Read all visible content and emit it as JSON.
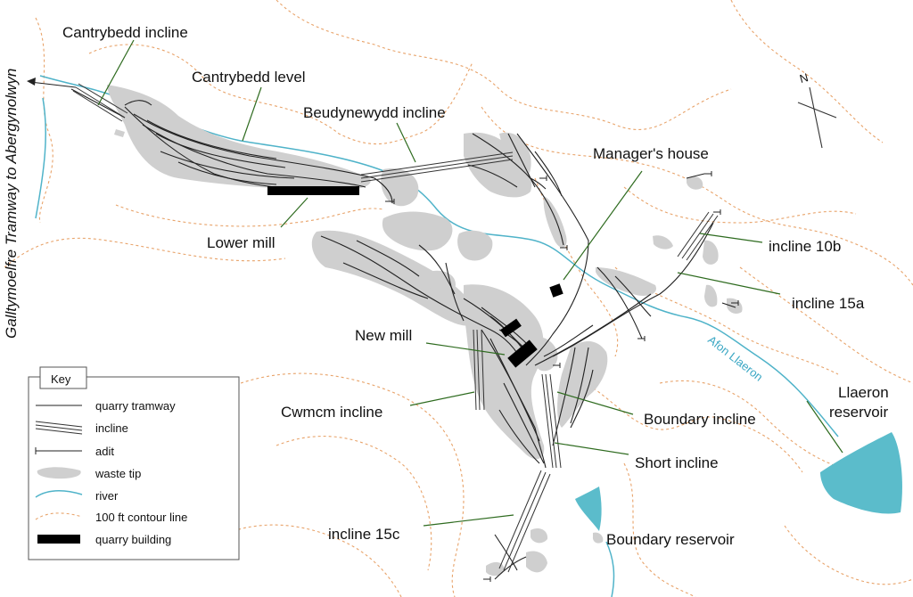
{
  "labels": {
    "cantrybedd_incline": "Cantrybedd incline",
    "cantrybedd_level": "Cantrybedd level",
    "beudynewydd_incline": "Beudynewydd incline",
    "managers_house": "Manager's house",
    "lower_mill": "Lower mill",
    "incline_10b": "incline 10b",
    "incline_15a": "incline 15a",
    "new_mill": "New mill",
    "cwmcm_incline": "Cwmcm incline",
    "boundary_incline": "Boundary incline",
    "short_incline": "Short incline",
    "incline_15c": "incline 15c",
    "boundary_reservoir": "Boundary reservoir",
    "llaeron_reservoir_line1": "Llaeron",
    "llaeron_reservoir_line2": "reservoir",
    "afon_llaeron": "Afon Llaeron",
    "tramway_side": "Galltymoelfre Tramway to Abergynolwyn"
  },
  "compass": {
    "north_letter": "N"
  },
  "key": {
    "title": "Key",
    "items": [
      {
        "symbol": "quarry-tramway",
        "label": "quarry tramway"
      },
      {
        "symbol": "incline",
        "label": "incline"
      },
      {
        "symbol": "adit",
        "label": "adit"
      },
      {
        "symbol": "waste-tip",
        "label": "waste tip"
      },
      {
        "symbol": "river",
        "label": "river"
      },
      {
        "symbol": "contour-line",
        "label": "100 ft contour line"
      },
      {
        "symbol": "quarry-building",
        "label": "quarry building"
      }
    ]
  },
  "colors": {
    "river": "#4fb3c9",
    "reservoir": "#5bbccb",
    "waste_tip": "#cfcfcf",
    "contour": "#e8a36a",
    "pointer": "#2e6b1f",
    "building": "#000000"
  }
}
